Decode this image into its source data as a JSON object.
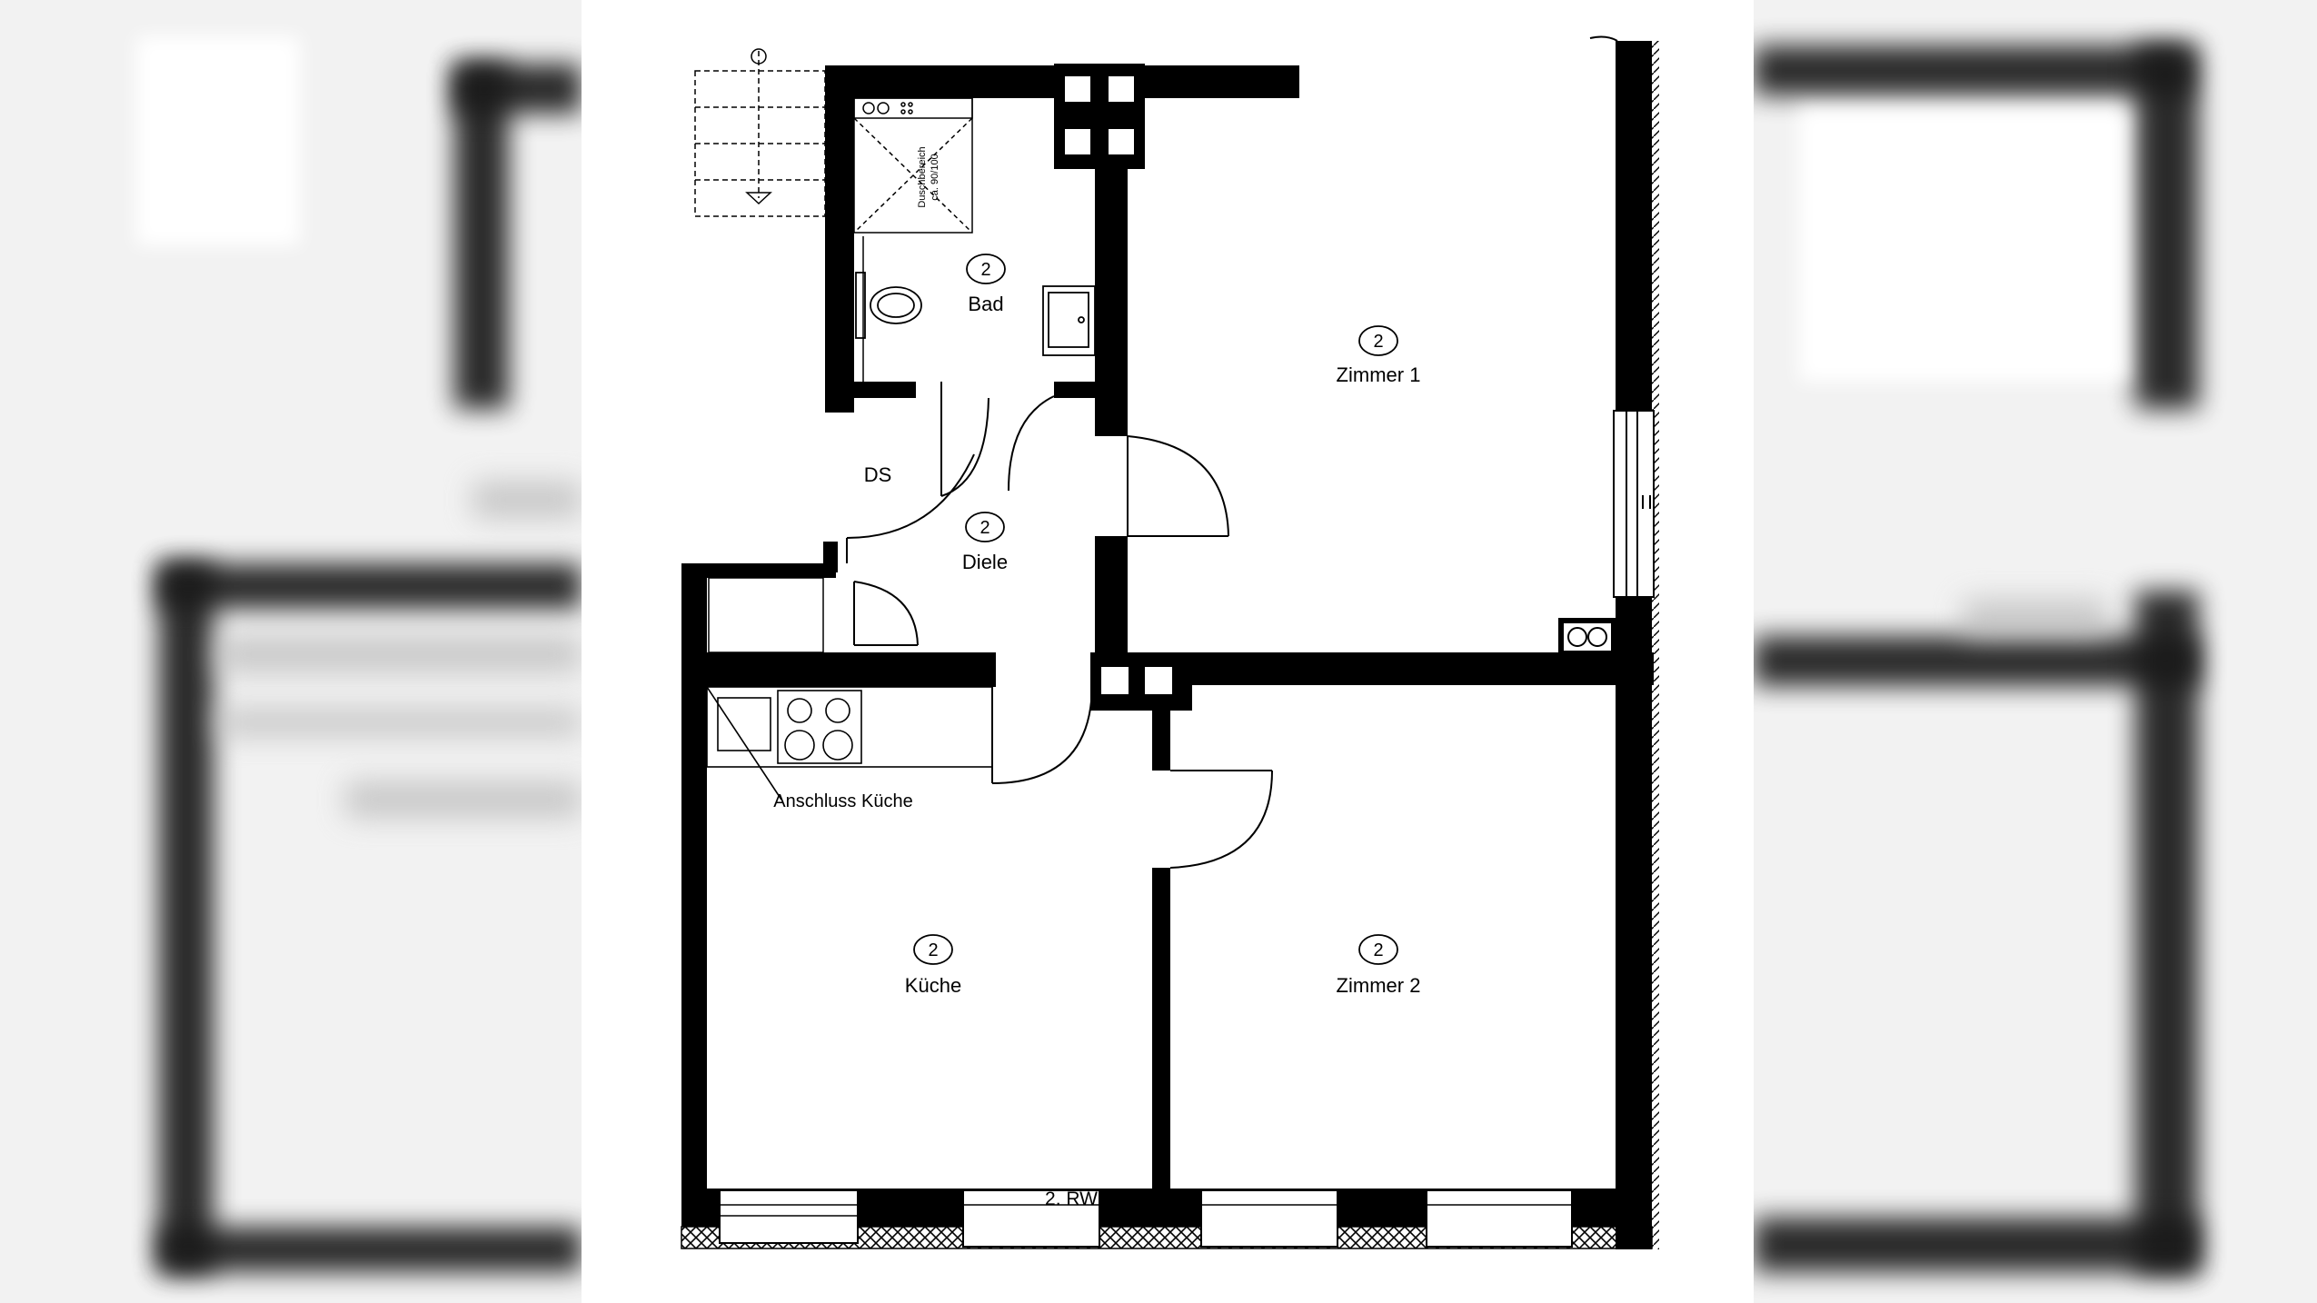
{
  "floor_plan": {
    "rooms": [
      {
        "id": "bad",
        "label": "Bad",
        "badge": "2"
      },
      {
        "id": "zimmer1",
        "label": "Zimmer 1",
        "badge": "2"
      },
      {
        "id": "diele",
        "label": "Diele",
        "badge": "2"
      },
      {
        "id": "kueche",
        "label": "Küche",
        "badge": "2"
      },
      {
        "id": "zimmer2",
        "label": "Zimmer 2",
        "badge": "2"
      }
    ],
    "labels": {
      "ds": "DS",
      "anschluss": "Anschluss Küche",
      "rw": "2. RW",
      "dusche_line1": "Duschbereich",
      "dusche_line2": "ca. 90/100"
    }
  }
}
